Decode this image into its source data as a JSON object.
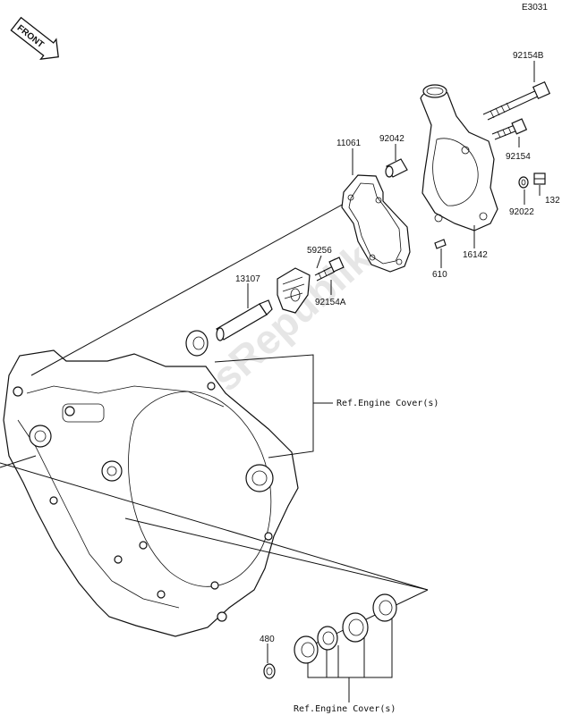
{
  "diagram_code": "E3031",
  "front_badge": "FRONT",
  "watermark": "PartsRepublik",
  "callouts": {
    "p92154B": "92154B",
    "p92042": "92042",
    "p11061": "11061",
    "p92154": "92154",
    "p132": "132",
    "p92022": "92022",
    "p16142": "16142",
    "p610": "610",
    "p59256": "59256",
    "p92154A": "92154A",
    "p13107": "13107",
    "p480": "480"
  },
  "references": {
    "ref_upper": "Ref.Engine Cover(s)",
    "ref_lower": "Ref.Engine Cover(s)"
  }
}
